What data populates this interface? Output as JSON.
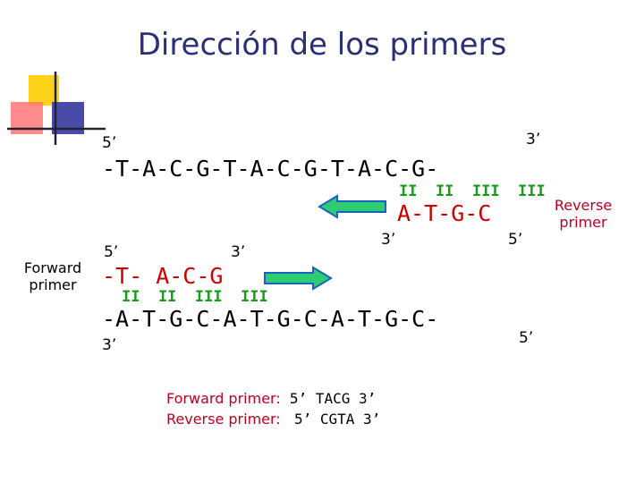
{
  "title": "Dirección de los primers",
  "colors": {
    "title": "#2b2f7a",
    "bonds": "#1a9a1a",
    "primer": "#c00020",
    "arrow": "#2ecc71"
  },
  "top_strand": {
    "end_left": "5’",
    "end_right": "3’",
    "sequence": "-T-A-C-G-T-A-C-G-T-A-C-G-"
  },
  "reverse_primer": {
    "label": "Reverse\nprimer",
    "sequence": "A-T-G-C",
    "end_left": "3’",
    "end_right": "5’",
    "bonds": "II  II  III  III"
  },
  "forward_primer": {
    "label": "Forward\nprimer",
    "sequence": "-T- A-C-G",
    "end_left": "5’",
    "end_right": "3’",
    "bonds": "II  II  III  III"
  },
  "bottom_strand": {
    "sequence": "-A-T-G-C-A-T-G-C-A-T-G-C-",
    "end_left": "3’",
    "end_right": "5’"
  },
  "legend": {
    "forward_label": "Forward primer:",
    "forward_seq": "5’ TACG 3’",
    "reverse_label": "Reverse primer:",
    "reverse_seq": "5’ CGTA 3’"
  }
}
